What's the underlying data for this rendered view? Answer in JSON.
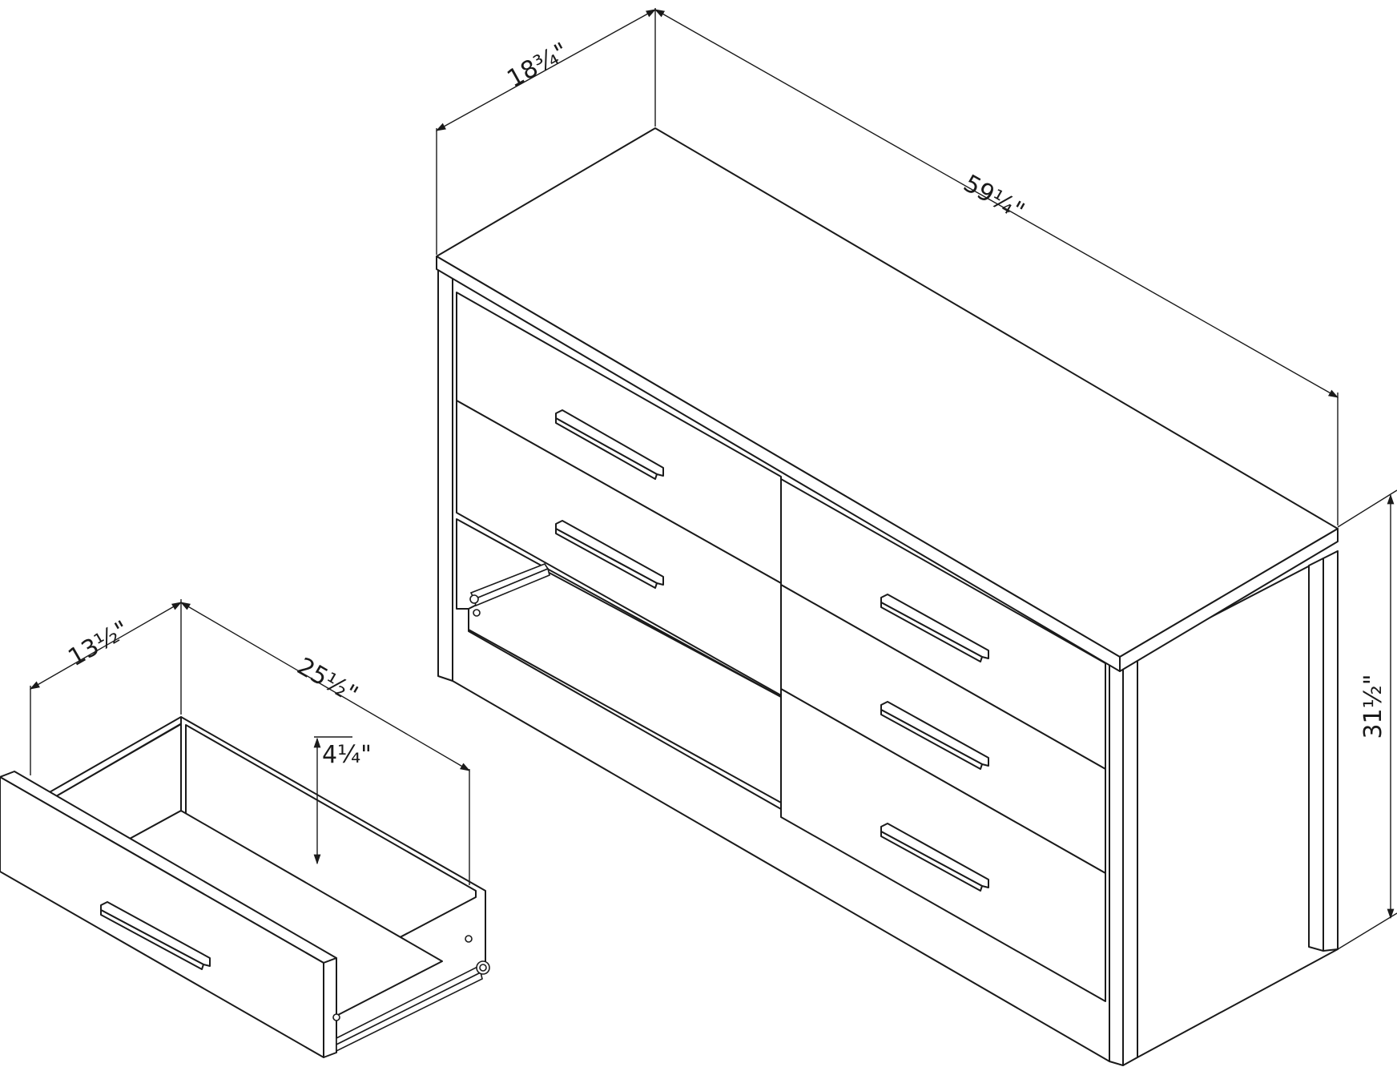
{
  "colors": {
    "line": "#1a1a1a",
    "background": "#ffffff"
  },
  "dresser": {
    "depth_label": "18¾\"",
    "width_label": "59¼\"",
    "height_label": "31½\""
  },
  "drawer": {
    "depth_label": "13½\"",
    "width_label": "25½\"",
    "height_label": "4¼\""
  }
}
